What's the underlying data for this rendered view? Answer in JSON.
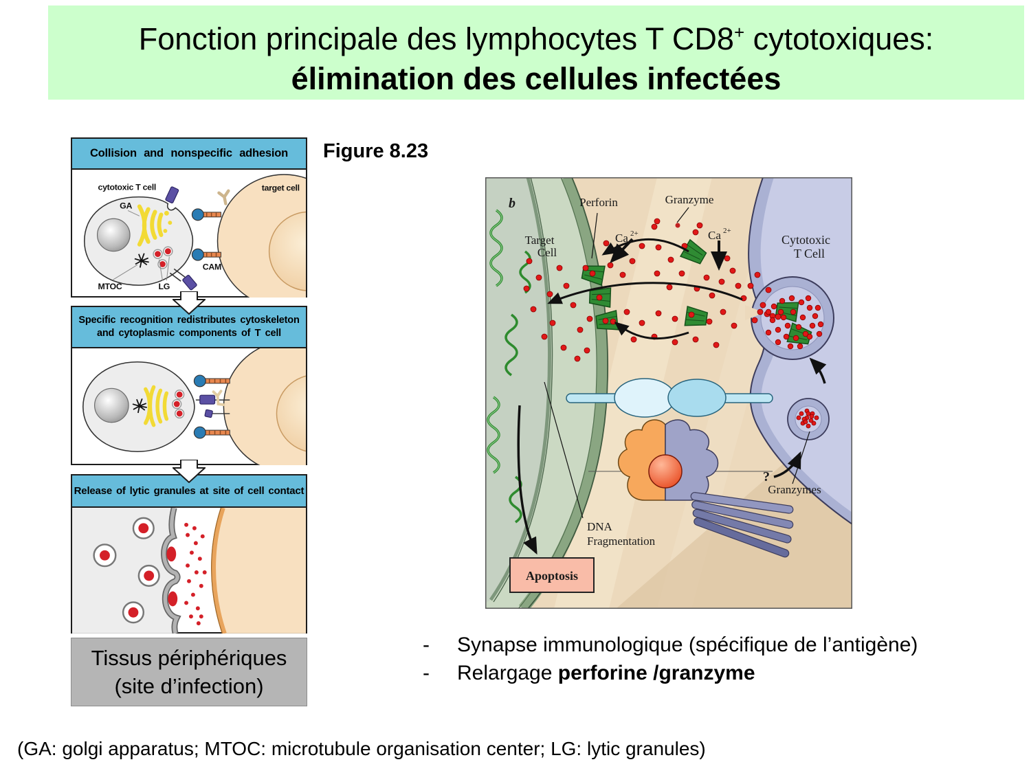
{
  "banner": {
    "line1_pre": "Fonction principale des lymphocytes T CD8",
    "line1_sup": "+",
    "line1_post": " cytotoxiques:",
    "line2": "élimination des cellules infectées"
  },
  "figure_label": "Figure 8.23",
  "left_figure": {
    "panel1": {
      "header": "Collision and nonspecific adhesion",
      "labels": {
        "cell": "cytotoxic T cell",
        "ga": "GA",
        "mtoc": "MTOC",
        "lg": "LG",
        "cam": "CAM",
        "target": "target cell"
      }
    },
    "panel2": {
      "header_line1": "Specific recognition redistributes cytoskeleton",
      "header_line2": "and cytoplasmic components of T cell"
    },
    "panel3": {
      "header": "Release of lytic granules at site of cell contact"
    },
    "caption_line1": "Tissus périphériques",
    "caption_line2": "(site d’infection)"
  },
  "right_figure": {
    "panel_letter": "b",
    "labels": {
      "perforin": "Perforin",
      "granzyme": "Granzyme",
      "ca_base": "Ca",
      "ca_sup": "2+",
      "target_line1": "Target",
      "target_line2": "Cell",
      "ctl_line1": "Cytotoxic",
      "ctl_line2": "T Cell",
      "granzymes": "Granzymes",
      "question": "?",
      "dna_line1": "DNA",
      "dna_line2": "Fragmentation",
      "apoptosis": "Apoptosis"
    }
  },
  "bullets": {
    "dash": "-",
    "item1": "Synapse immunologique (spécifique de l’antigène)",
    "item2_pre": "Relargage ",
    "item2_bold": "perforine /granzyme"
  },
  "footer": "(GA: golgi apparatus; MTOC: microtubule organisation center; LG: lytic granules)",
  "colors": {
    "banner_bg": "#ccffcc",
    "panel_header_bg": "#66bcdb",
    "caption_bg": "#b5b5b5",
    "apoptosis_box": "#f9bca8",
    "granule_red": "#d42028",
    "target_cell_tan": "#f8e0c0",
    "t_cell_lavender": "#aab1d3",
    "target_cell_green": "#cbd9c3"
  }
}
